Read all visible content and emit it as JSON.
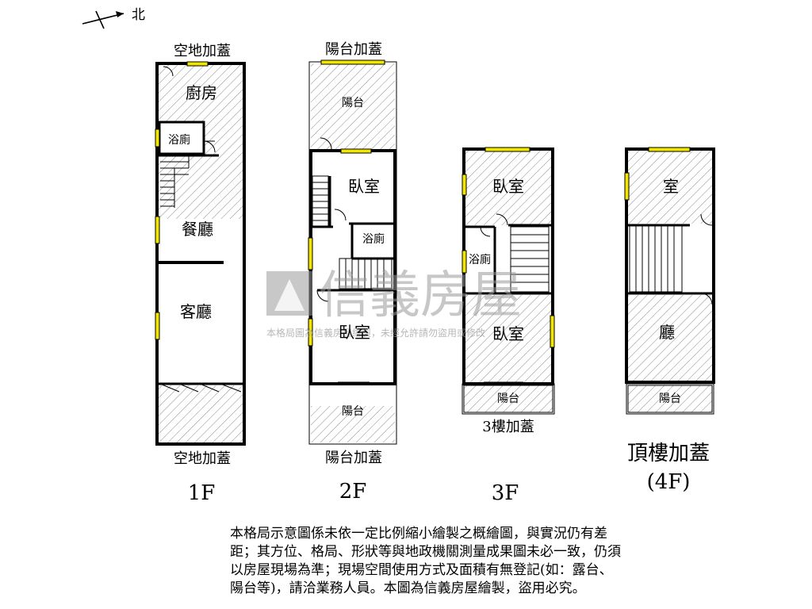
{
  "compass": {
    "label": "北"
  },
  "floors": [
    {
      "level": "1F",
      "top_note": "空地加蓋",
      "bottom_note": "空地加蓋",
      "rooms": [
        "廚房",
        "浴廁",
        "餐廳",
        "客廳"
      ]
    },
    {
      "level": "2F",
      "top_note": "陽台加蓋",
      "bottom_note": "陽台加蓋",
      "rooms": [
        "陽台",
        "臥室",
        "浴廁",
        "臥室",
        "陽台"
      ]
    },
    {
      "level": "3F",
      "top_note": "",
      "bottom_note": "3樓加蓋",
      "rooms": [
        "臥室",
        "浴廁",
        "臥室",
        "陽台"
      ]
    },
    {
      "level": "(4F)",
      "top_note": "",
      "bottom_note": "頂樓加蓋",
      "rooms": [
        "室",
        "廳",
        "陽台"
      ]
    }
  ],
  "watermark": {
    "brand": "信義房屋",
    "notice": "本格局圖為信義房屋繪製，未經允許請勿盜用或修改"
  },
  "disclaimer": {
    "lines": [
      "本格局示意圖係未依一定比例縮小繪製之概繪圖，與實況仍有差",
      "距；其方位、格局、形狀等與地政機關測量成果圖未必一致，仍須",
      "以房屋現場為準；現場空間使用方式及面積有無登記(如：露台、",
      "陽台等)，請洽業務人員。本圖為信義房屋繪製，盜用必究。"
    ]
  },
  "colors": {
    "wall": "#000000",
    "window": "#f2e600",
    "window_frame": "#000000",
    "hatch": "#8a8a8a",
    "watermark": "#9a9a9a"
  }
}
